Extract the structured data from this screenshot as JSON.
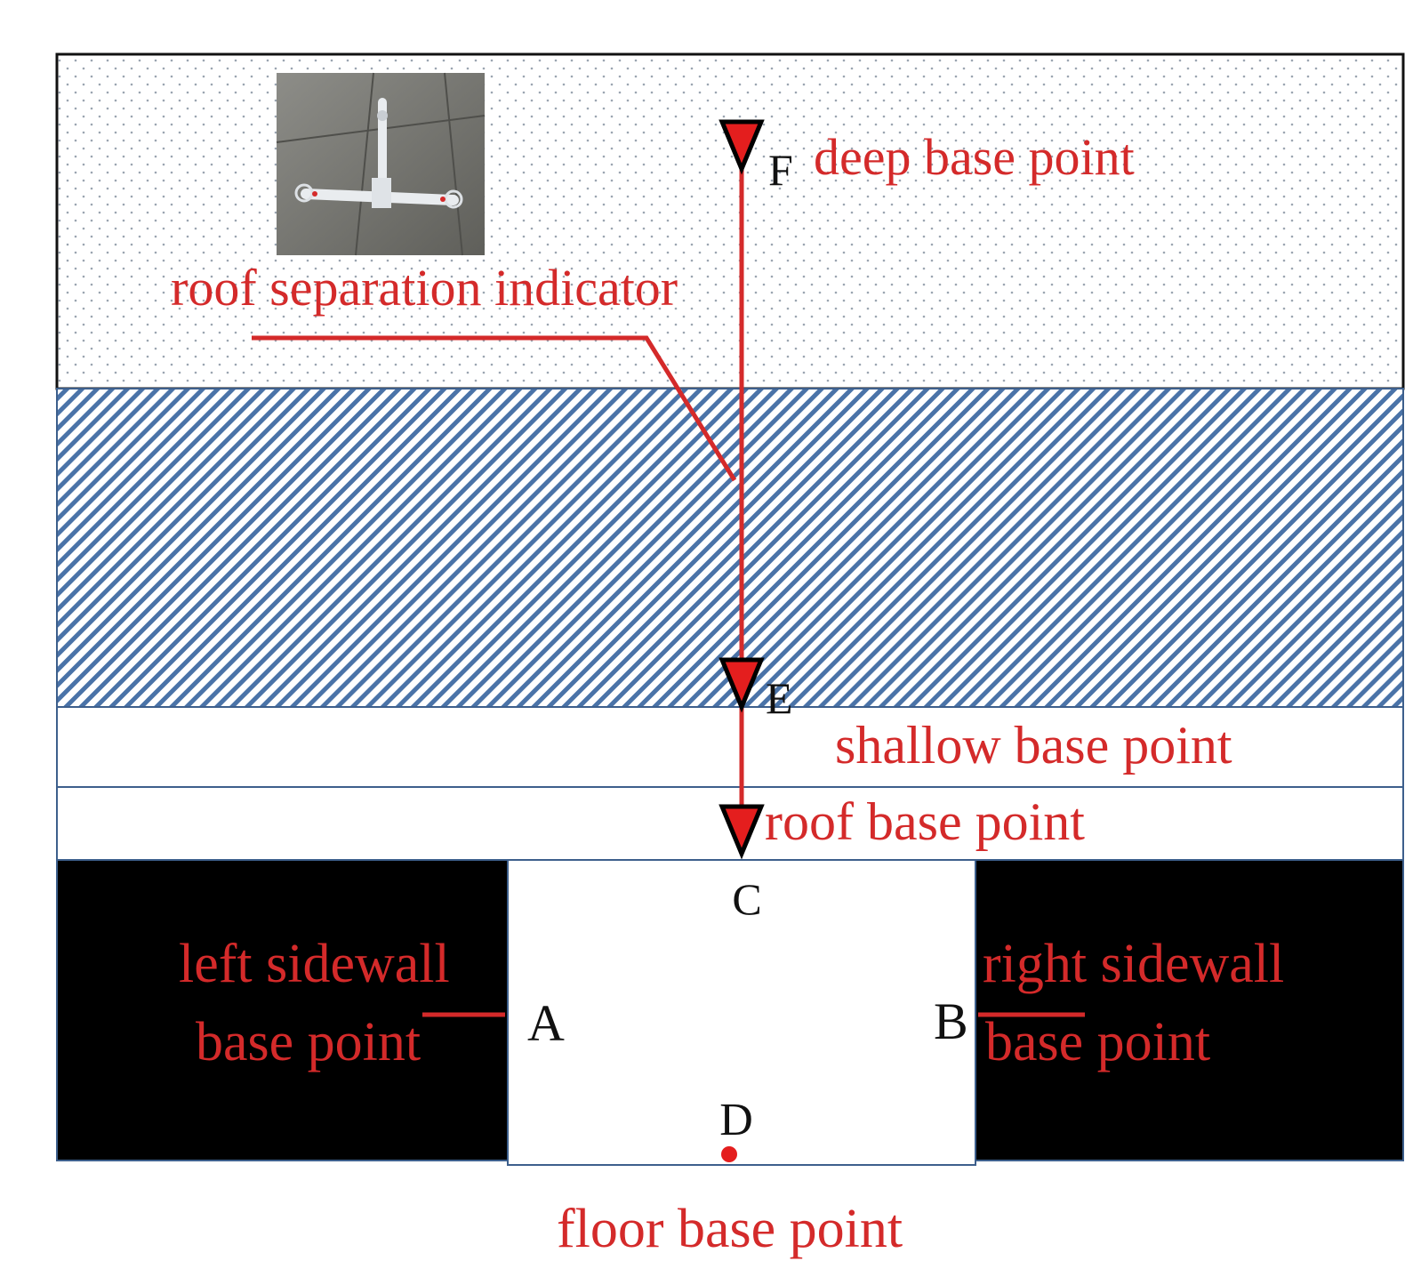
{
  "labels": {
    "deep_base_point": "deep base point",
    "roof_separation_indicator": "roof separation indicator",
    "shallow_base_point": "shallow base point",
    "roof_base_point": "roof base point",
    "left_sidewall_line1": "left sidewall",
    "left_sidewall_line2": "base point",
    "right_sidewall_line1": "right sidewall",
    "right_sidewall_line2": "base point",
    "floor_base_point": "floor base point"
  },
  "points": {
    "A": "A",
    "B": "B",
    "C": "C",
    "D": "D",
    "E": "E",
    "F": "F"
  },
  "colors": {
    "annotation_red": "#d42a2a",
    "hatch_blue": "#4a73a8",
    "border_blue": "#3d5f8c",
    "sidewall_black": "#000000",
    "dot_stipple": "#9aa4b0"
  },
  "inset_photo": {
    "icon": "extensometer-photo"
  }
}
